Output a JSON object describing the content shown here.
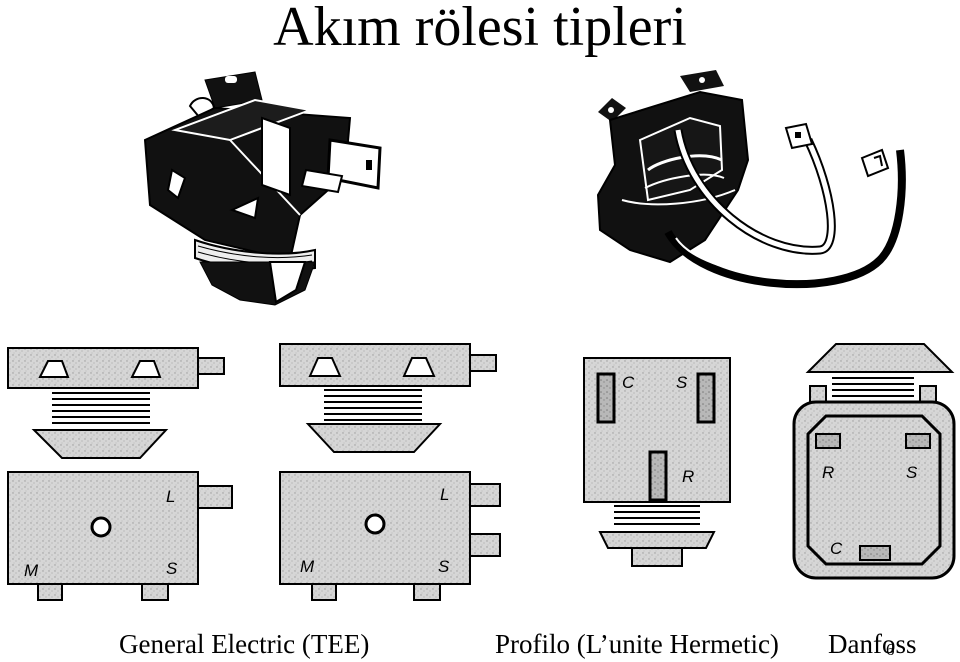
{
  "slide": {
    "title": "Akım rölesi tipleri",
    "page_number": "6"
  },
  "captions": {
    "general_electric": "General Electric (TEE)",
    "profilo": "Profilo (L’unite Hermetic)",
    "danfoss": "Danfoss"
  },
  "terminal_labels": {
    "ge_left": {
      "l": "L",
      "m": "M",
      "s": "S"
    },
    "ge_right": {
      "l": "L",
      "m": "M",
      "s": "S"
    },
    "profilo": {
      "c": "C",
      "s": "S",
      "r": "R"
    },
    "danfoss": {
      "r": "R",
      "s": "S",
      "c": "C"
    }
  }
}
